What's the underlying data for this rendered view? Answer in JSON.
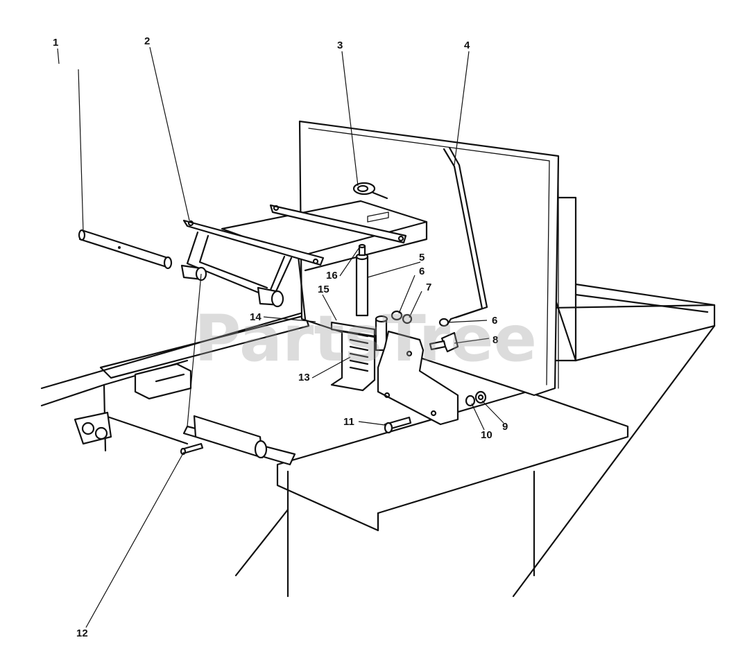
{
  "watermark": "PartsTree",
  "callouts": [
    {
      "id": "1",
      "label": "1"
    },
    {
      "id": "2",
      "label": "2"
    },
    {
      "id": "3",
      "label": "3"
    },
    {
      "id": "4",
      "label": "4"
    },
    {
      "id": "5",
      "label": "5"
    },
    {
      "id": "6a",
      "label": "6"
    },
    {
      "id": "6b",
      "label": "6"
    },
    {
      "id": "7",
      "label": "7"
    },
    {
      "id": "8",
      "label": "8"
    },
    {
      "id": "9",
      "label": "9"
    },
    {
      "id": "10",
      "label": "10"
    },
    {
      "id": "11",
      "label": "11"
    },
    {
      "id": "12",
      "label": "12"
    },
    {
      "id": "13",
      "label": "13"
    },
    {
      "id": "14",
      "label": "14"
    },
    {
      "id": "15",
      "label": "15"
    },
    {
      "id": "16",
      "label": "16"
    }
  ]
}
